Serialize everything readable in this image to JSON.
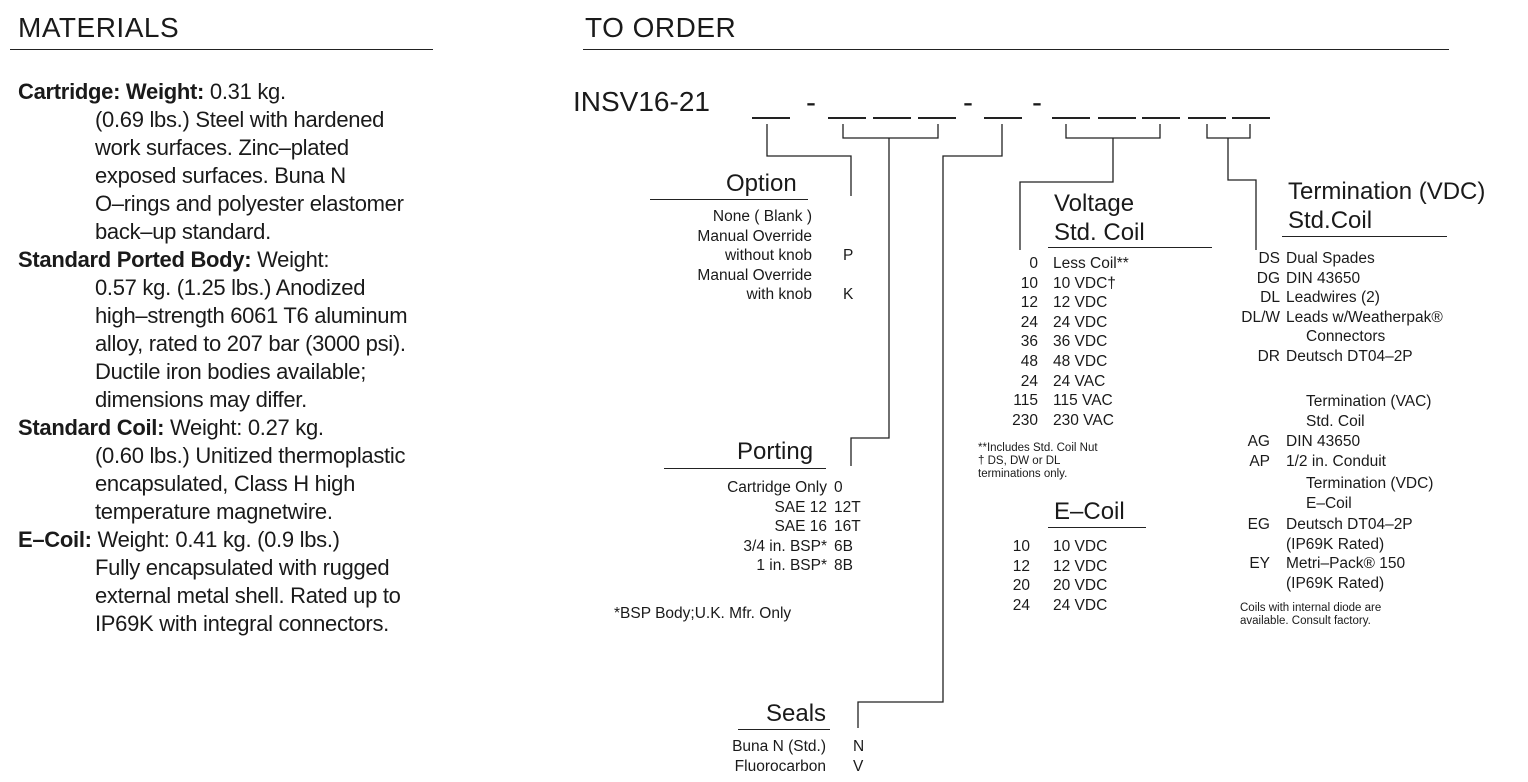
{
  "materials": {
    "title": "MATERIALS",
    "entries": [
      {
        "label": "Cartridge: Weight:",
        "lines": [
          " 0.31 kg.",
          "(0.69 lbs.) Steel with hardened",
          "work surfaces. Zinc–plated",
          "exposed surfaces. Buna N",
          "O–rings and polyester elastomer",
          "back–up standard."
        ]
      },
      {
        "label": "Standard Ported Body:",
        "lines": [
          " Weight:",
          "0.57 kg. (1.25 lbs.) Anodized",
          "high–strength 6061 T6 aluminum",
          "alloy, rated to 207 bar (3000 psi).",
          "Ductile iron bodies available;",
          "dimensions may differ."
        ]
      },
      {
        "label": "Standard Coil:",
        "lines": [
          " Weight: 0.27 kg.",
          "(0.60 lbs.) Unitized thermoplastic",
          "encapsulated, Class H high",
          "temperature magnetwire."
        ]
      },
      {
        "label": "E–Coil:",
        "lines": [
          " Weight: 0.41 kg. (0.9 lbs.)",
          "Fully encapsulated with rugged",
          "external metal shell. Rated up to",
          "IP69K with integral connectors."
        ]
      }
    ]
  },
  "order": {
    "title": "TO ORDER",
    "model": "INSV16-21",
    "dash": "-",
    "option": {
      "title": "Option",
      "rows": [
        {
          "label": "None ( Blank )",
          "code": ""
        },
        {
          "label": "Manual Override",
          "code": ""
        },
        {
          "label": "without knob",
          "code": "P"
        },
        {
          "label": "Manual Override",
          "code": ""
        },
        {
          "label": "with knob",
          "code": "K"
        }
      ]
    },
    "porting": {
      "title": "Porting",
      "rows": [
        {
          "label": "Cartridge Only",
          "code": "0"
        },
        {
          "label": "SAE 12",
          "code": "12T"
        },
        {
          "label": "SAE 16",
          "code": "16T"
        },
        {
          "label": "3/4 in. BSP*",
          "code": "6B"
        },
        {
          "label": "1 in. BSP*",
          "code": "8B"
        }
      ],
      "footnote": "*BSP Body;U.K. Mfr. Only"
    },
    "seals": {
      "title": "Seals",
      "rows": [
        {
          "label": "Buna N (Std.)",
          "code": "N"
        },
        {
          "label": "Fluorocarbon",
          "code": "V"
        }
      ]
    },
    "voltage": {
      "title_line1": "Voltage",
      "title_line2": "Std. Coil",
      "rows": [
        {
          "code": "0",
          "label": "Less Coil**"
        },
        {
          "code": "10",
          "label": "10 VDC†"
        },
        {
          "code": "12",
          "label": "12 VDC"
        },
        {
          "code": "24",
          "label": "24 VDC"
        },
        {
          "code": "36",
          "label": "36 VDC"
        },
        {
          "code": "48",
          "label": "48 VDC"
        },
        {
          "code": "24",
          "label": "24 VAC"
        },
        {
          "code": "115",
          "label": "115 VAC"
        },
        {
          "code": "230",
          "label": "230 VAC"
        }
      ],
      "notes": [
        "**Includes Std. Coil Nut",
        "† DS, DW or DL",
        "terminations only."
      ]
    },
    "ecoil": {
      "title": "E–Coil",
      "rows": [
        {
          "code": "10",
          "label": "10 VDC"
        },
        {
          "code": "12",
          "label": "12 VDC"
        },
        {
          "code": "20",
          "label": "20 VDC"
        },
        {
          "code": "24",
          "label": "24 VDC"
        }
      ]
    },
    "termination": {
      "title_line1": "Termination (VDC)",
      "title_line2": "Std.Coil",
      "rows": [
        {
          "code": "DS",
          "label": "Dual Spades"
        },
        {
          "code": "DG",
          "label": "DIN 43650"
        },
        {
          "code": "DL",
          "label": "Leadwires (2)"
        },
        {
          "code": "DL/W",
          "label": "Leads w/Weatherpak®"
        },
        {
          "code": "",
          "label": "Connectors"
        },
        {
          "code": "DR",
          "label": "Deutsch DT04–2P"
        }
      ],
      "vac_title_line1": "Termination (VAC)",
      "vac_title_line2": "Std. Coil",
      "vac_rows": [
        {
          "code": "AG",
          "label": "DIN 43650"
        },
        {
          "code": "AP",
          "label": "1/2 in. Conduit"
        }
      ],
      "ecoil_title_line1": "Termination (VDC)",
      "ecoil_title_line2": "E–Coil",
      "ecoil_rows": [
        {
          "code": "EG",
          "label": "Deutsch DT04–2P"
        },
        {
          "code": "",
          "label": "(IP69K Rated)"
        },
        {
          "code": "EY",
          "label": "Metri–Pack® 150"
        },
        {
          "code": "",
          "label": "(IP69K Rated)"
        }
      ],
      "notes": [
        "Coils with internal diode are",
        "available. Consult factory."
      ]
    }
  }
}
